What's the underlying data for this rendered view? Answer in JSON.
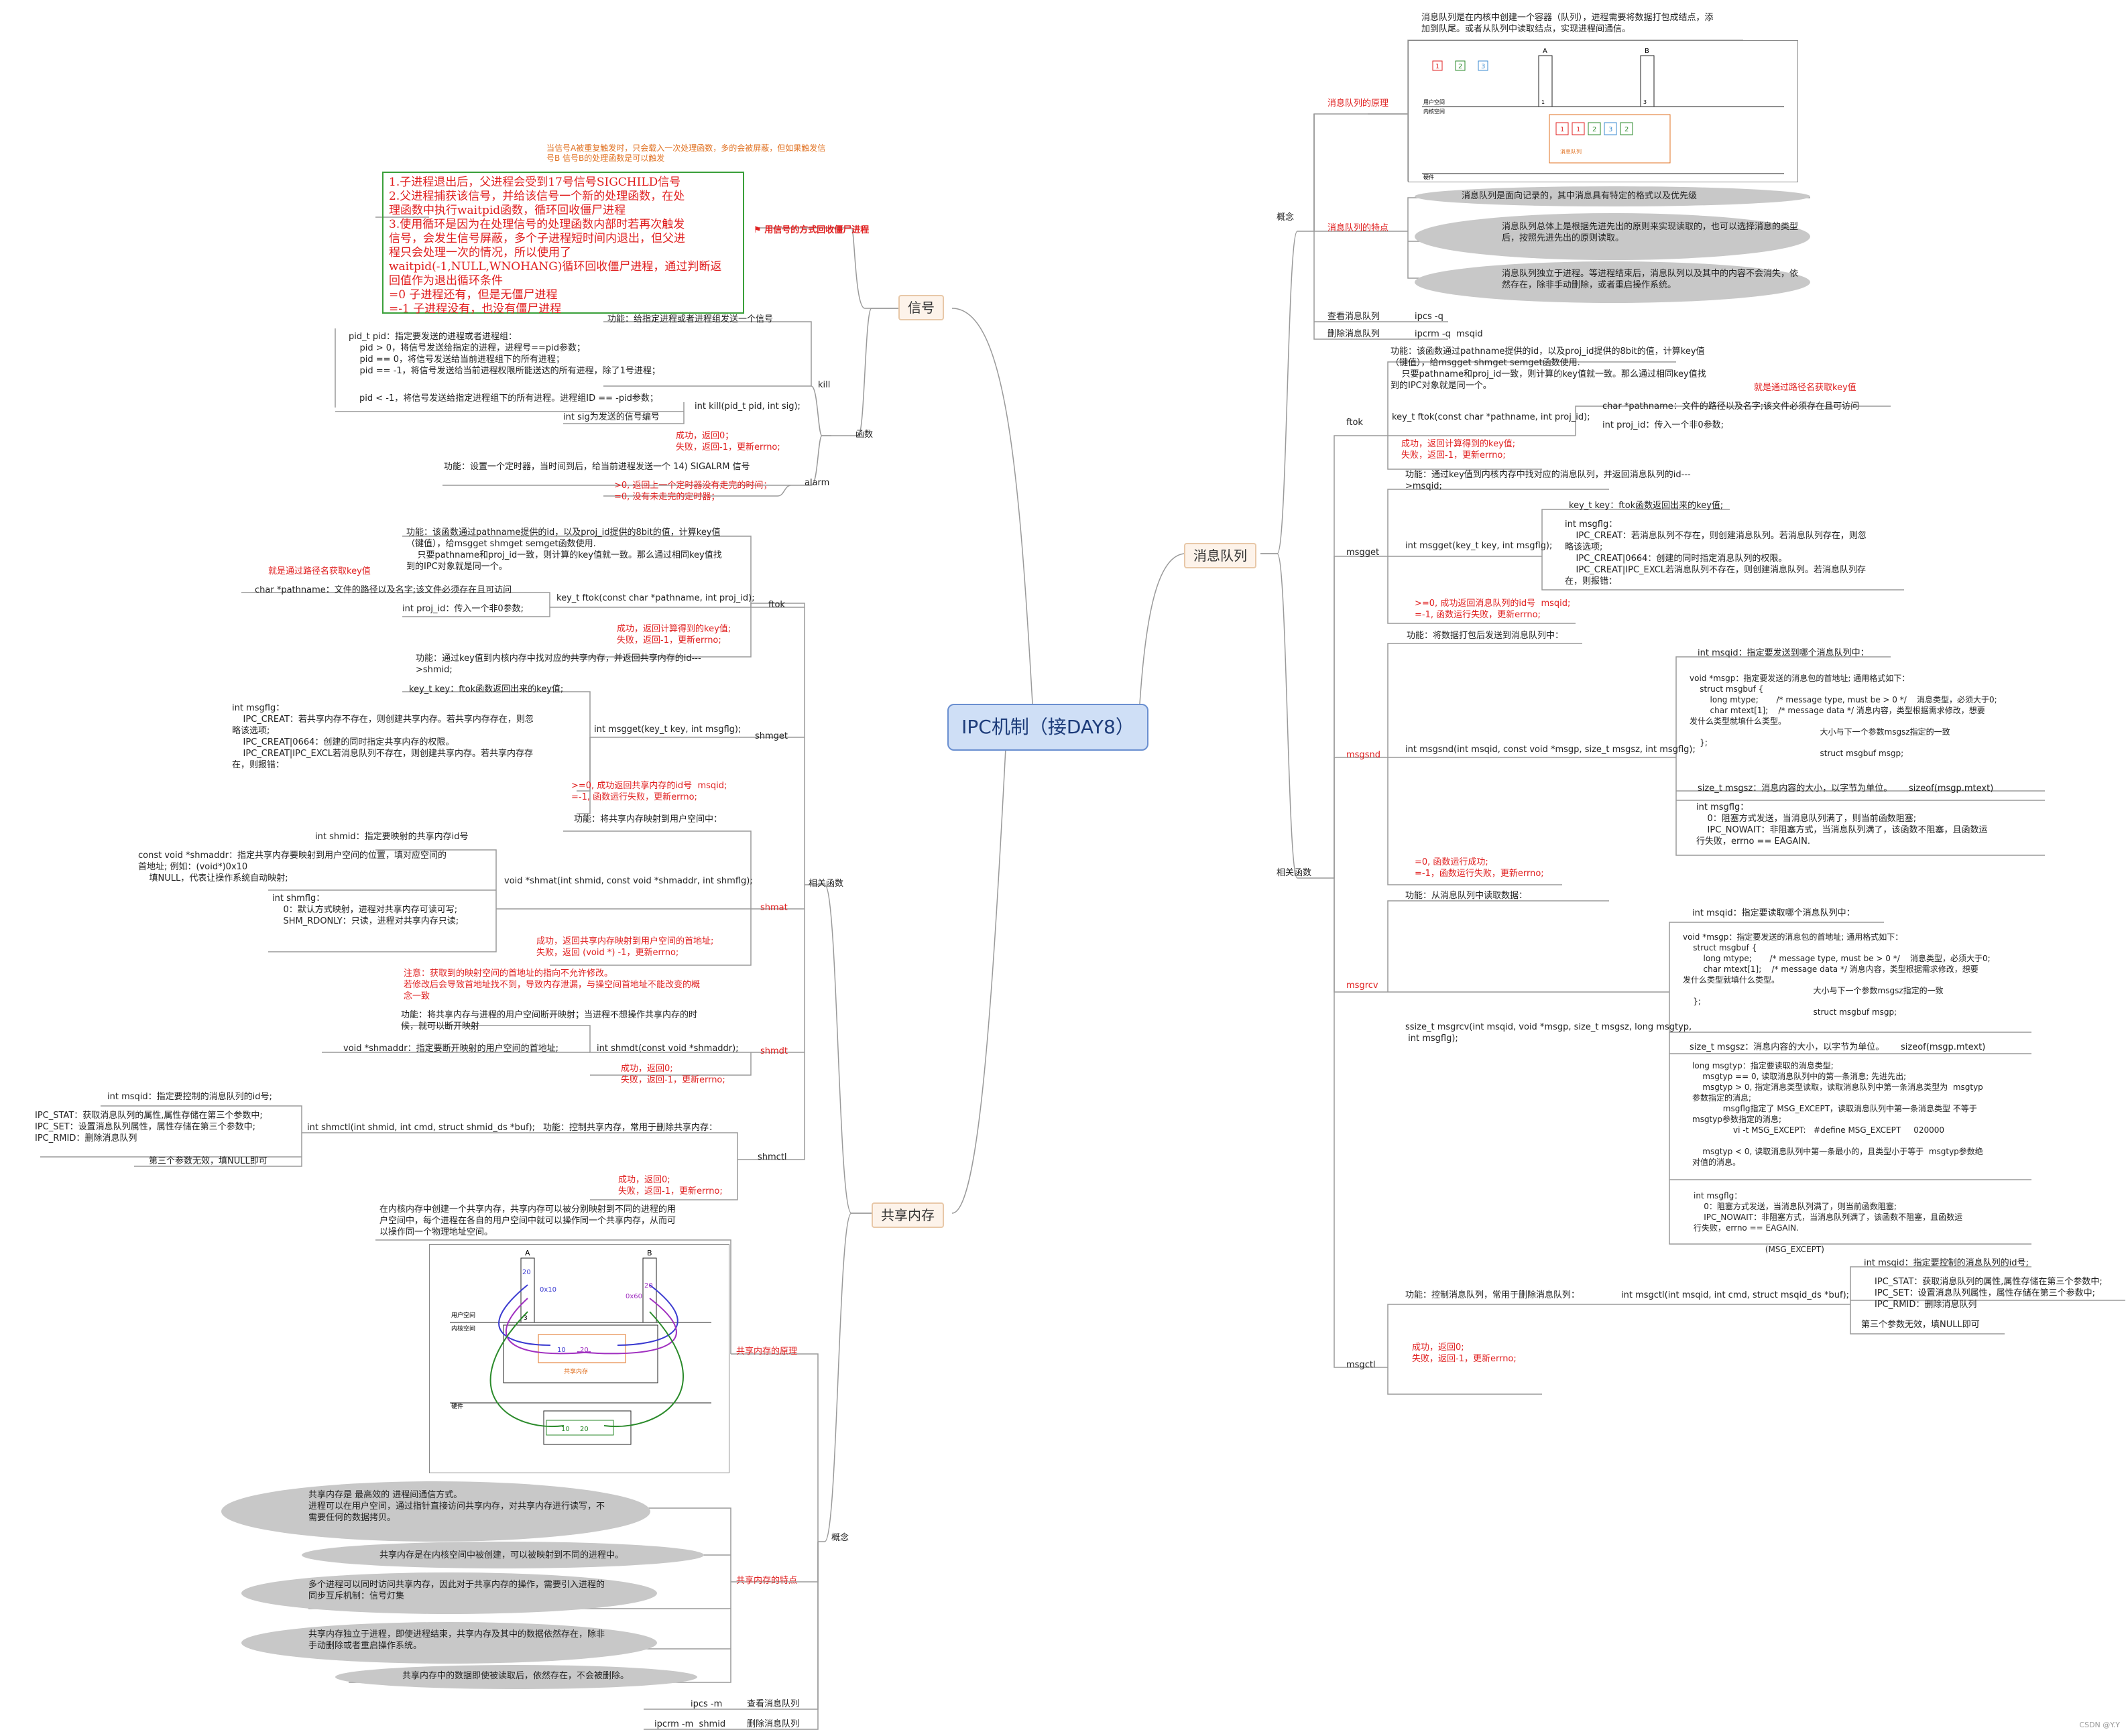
{
  "central": "IPC机制（接DAY8）",
  "branches": {
    "signal": "信号",
    "shm": "共享内存",
    "mq": "消息队列"
  },
  "signal": {
    "note": "当信号A被重复触发时，只会载入一次处理函数，多的会被屏蔽，但如果触发信\n号B 信号B的处理函数是可以触发",
    "box": "1.子进程退出后，父进程会受到17号信号SIGCHILD信号\n2.父进程捕获该信号，并给该信号一个新的处理函数，在处\n理函数中执行waitpid函数，循环回收僵尸进程\n3.使用循环是因为在处理信号的处理函数内部时若再次触发\n信号，会发生信号屏蔽，多个子进程短时间内退出，但父进\n程只会处理一次的情况，所以使用了\nwaitpid(-1,NULL,WNOHANG)循环回收僵尸进程，通过判断返\n回值作为退出循环条件\n=0 子进程还有，但是无僵尸进程\n=-1 子进程没有，也没有僵尸进程",
    "box_label": "用信号的方式回收僵尸进程",
    "func": "函数",
    "kill": "kill",
    "kill_desc": "功能：给指定进程或者进程组发送一个信号",
    "kill_proto": "int kill(pid_t pid, int sig);",
    "pid_desc": "pid_t pid：指定要发送的进程或者进程组：\n    pid > 0，将信号发送给指定的进程，进程号==pid参数；\n    pid == 0，将信号发送给当前进程组下的所有进程；\n    pid == -1，将信号发送给当前进程权限所能送达的所有进程，除了1号进程；",
    "pid_lt": "pid < -1，将信号发送给指定进程组下的所有进程。进程组ID == -pid参数；",
    "sig_desc": "int sig为发送的信号编号",
    "kill_ret": "成功，返回0；\n失败，返回-1，更新errno;",
    "alarm": "alarm",
    "alarm_desc": "功能：设置一个定时器，当时间到后，给当前进程发送一个 14) SIGALRM 信号",
    "alarm_ret": ">0, 返回上一个定时器没有走完的时间；\n=0, 没有未走完的定时器；"
  },
  "shm": {
    "funcs": "相关函数",
    "ftok": "ftok",
    "ftok_desc": "功能：该函数通过pathname提供的id，以及proj_id提供的8bit的值，计算key值\n（键值），给msgget shmget semget函数使用.\n    只要pathname和proj_id一致，则计算的key值就一致。那么通过相同key值找\n到的IPC对象就是同一个。",
    "ftok_path_note": "就是通过路径名获取key值",
    "ftok_path": "char *pathname：文件的路径以及名字;该文件必须存在且可访问",
    "ftok_proto": "key_t ftok(const char *pathname, int proj_id);",
    "ftok_projid": "int proj_id：传入一个非0参数;",
    "ftok_ret": "成功，返回计算得到的key值;\n失败，返回-1，更新errno;",
    "shmget": "shmget",
    "shmget_desc": "功能：通过key值到内核内存中找对应的共享内存，并返回共享内存的id---\n>shmid;",
    "shmget_key": "key_t key：ftok函数返回出来的key值;",
    "shmget_flg": "int msgflg：\n    IPC_CREAT：若共享内存不存在，则创建共享内存。若共享内存存在，则忽\n略该选项;\n    IPC_CREAT|0664：创建的同时指定共享内存的权限。\n    IPC_CREAT|IPC_EXCL若消息队列不存在，则创建共享内存。若共享内存存\n在，则报错：",
    "shmget_proto": "int msgget(key_t key, int msgflg);",
    "shmget_ret": ">=0, 成功返回共享内存的id号  msqid;\n=-1, 函数运行失败，更新errno;",
    "shmat": "shmat",
    "shmat_desc": "功能：将共享内存映射到用户空间中：",
    "shmat_id": "int shmid：指定要映射的共享内存id号",
    "shmat_addr": "const void *shmaddr：指定共享内存要映射到用户空间的位置，填对应空间的\n首地址; 例如：(void*)0x10\n    填NULL，代表让操作系统自动映射;",
    "shmat_proto": "void *shmat(int shmid, const void *shmaddr, int shmflg);",
    "shmat_flg": "int shmflg：\n    0：默认方式映射，进程对共享内存可读可写;\n    SHM_RDONLY：只读，进程对共享内存只读;",
    "shmat_ret": "成功，返回共享内存映射到用户空间的首地址;\n失败，返回 (void *) -1，更新errno;",
    "shmat_note": "注意：获取到的映射空间的首地址的指向不允许修改。\n若修改后会导致首地址找不到，导致内存泄漏，与操空间首地址不能改变的概\n念一致",
    "shmdt": "shmdt",
    "shmdt_desc": "功能：将共享内存与进程的用户空间断开映射；当进程不想操作共享内存的时\n候，就可以断开映射",
    "shmdt_addr": "void *shmaddr：指定要断开映射的用户空间的首地址;",
    "shmdt_proto": "int shmdt(const void *shmaddr);",
    "shmdt_ret": "成功，返回0;\n失败，返回-1，更新errno;",
    "shmctl": "shmctl",
    "shmctl_id": "int msqid：指定要控制的消息队列的id号;",
    "shmctl_cmd": "IPC_STAT：获取消息队列的属性,属性存储在第三个参数中;\nIPC_SET：设置消息队列属性，属性存储在第三个参数中;\nIPC_RMID：删除消息队列",
    "shmctl_proto": "int shmctl(int shmid, int cmd, struct shmid_ds *buf);",
    "shmctl_desc": "功能：控制共享内存，常用于删除共享内存：",
    "shmctl_third": "第三个参数无效，填NULL即可",
    "shmctl_ret": "成功，返回0;\n失败，返回-1，更新errno;",
    "concept": "概念",
    "principle": "共享内存的原理",
    "principle_desc": "在内核内存中创建一个共享内存，共享内存可以被分别映射到不同的进程的用\n户空间中，每个进程在各自的用户空间中就可以操作同一个共享内存，从而可\n以操作同一个物理地址空间。",
    "diag": {
      "a": "A",
      "b": "B",
      "v20a": "20",
      "v0x10": "0x10",
      "v0x60": "0x60",
      "v20b": "20",
      "user": "用户空间",
      "kernel": "内核空间",
      "three": "3",
      "v10": "10",
      "v20c": "20",
      "shmname": "共享内存",
      "hw": "硬件",
      "v10b": "10",
      "v20d": "20"
    },
    "features": "共享内存的特点",
    "feat1": "共享内存是 最高效的 进程间通信方式。\n进程可以在用户空间，通过指针直接访问共享内存，对共享内存进行读写，不\n需要任何的数据拷贝。",
    "feat2": "共享内存是在内核空间中被创建，可以被映射到不同的进程中。",
    "feat3": "多个进程可以同时访问共享内存，因此对于共享内存的操作，需要引入进程的\n同步互斥机制：信号灯集",
    "feat4": "共享内存独立于进程，即使进程结束，共享内存及其中的数据依然存在，除非\n手动删除或者重启操作系统。",
    "feat5": "共享内存中的数据即使被读取后，依然存在，不会被删除。",
    "view": "查看消息队列",
    "view_cmd": "ipcs -m",
    "del": "删除消息队列",
    "del_cmd": "ipcrm -m  shmid"
  },
  "mq": {
    "concept": "概念",
    "principle": "消息队列的原理",
    "principle_desc": "消息队列是在内核中创建一个容器（队列），进程需要将数据打包成结点，添\n加到队尾。或者从队列中读取结点，实现进程间通信。",
    "diag": {
      "n1": "1",
      "n2": "2",
      "n3": "3",
      "a": "A",
      "b": "B",
      "user": "用户空间",
      "kernel": "内核空间",
      "one": "1",
      "three": "3",
      "q1": "1",
      "q2": "1",
      "q3": "2",
      "q4": "3",
      "q5": "2",
      "mqname": "消息队列",
      "hw": "硬件"
    },
    "features": "消息队列的特点",
    "feat1": "消息队列是面向记录的，其中消息具有特定的格式以及优先级",
    "feat2": "消息队列总体上是根据先进先出的原则来实现读取的，也可以选择消息的类型\n后，按照先进先出的原则读取。",
    "feat3": "消息队列独立于进程。等进程结束后，消息队列以及其中的内容不会消失，依\n然存在，除非手动删除，或者重启操作系统。",
    "view": "查看消息队列",
    "view_cmd": "ipcs -q",
    "del": "删除消息队列",
    "del_cmd": "ipcrm -q  msqid",
    "funcs": "相关函数",
    "ftok": "ftok",
    "ftok_desc": "功能：该函数通过pathname提供的id，以及proj_id提供的8bit的值，计算key值\n（键值），给msgget shmget semget函数使用.\n    只要pathname和proj_id一致，则计算的key值就一致。那么通过相同key值找\n到的IPC对象就是同一个。",
    "ftok_note": "就是通过路径名获取key值",
    "ftok_proto": "key_t ftok(const char *pathname, int proj_id);",
    "ftok_path": "char *pathname：文件的路径以及名字;该文件必须存在且可访问",
    "ftok_projid": "int proj_id：传入一个非0参数;",
    "ftok_ret": "成功，返回计算得到的key值;\n失败，返回-1，更新errno;",
    "msgget": "msgget",
    "msgget_desc": "功能：通过key值到内核内存中找对应的消息队列，并返回消息队列的id---\n>msqid;",
    "msgget_key": "key_t key：ftok函数返回出来的key值;",
    "msgget_proto": "int msgget(key_t key, int msgflg);",
    "msgget_flg": "int msgflg：\n    IPC_CREAT：若消息队列不存在，则创建消息队列。若消息队列存在，则忽\n略该选项;\n    IPC_CREAT|0664：创建的同时指定消息队列的权限。\n    IPC_CREAT|IPC_EXCL若消息队列不存在，则创建消息队列。若消息队列存\n在，则报错：",
    "msgget_ret": ">=0, 成功返回消息队列的id号  msqid;\n=-1, 函数运行失败，更新errno;",
    "msgsnd": "msgsnd",
    "msgsnd_desc": "功能：将数据打包后发送到消息队列中：",
    "msgsnd_proto": "int msgsnd(int msqid, const void *msgp, size_t msgsz, int msgflg);",
    "msgsnd_id": "int msqid：指定要发送到哪个消息队列中：",
    "msgsnd_msgp": "void *msgp：指定要发送的消息包的首地址; 通用格式如下：\n    struct msgbuf {\n        long mtype;       /* message type, must be > 0 */    消息类型，必须大于0;\n        char mtext[1];    /* message data */ 消息内容，类型根据需求修改，想要\n发什么类型就填什么类型。\n                                                   大小与下一个参数msgsz指定的一致\n    };\n                                                   struct msgbuf msgp;",
    "msgsnd_sz": "size_t msgsz：消息内容的大小，以字节为单位。      sizeof(msgp.mtext)",
    "msgsnd_flg": "int msgflg：\n    0：阻塞方式发送，当消息队列满了，则当前函数阻塞;\n    IPC_NOWAIT：非阻塞方式，当消息队列满了，该函数不阻塞，且函数运\n行失败，errno == EAGAIN.",
    "msgsnd_ret": "=0, 函数运行成功;\n=-1，函数运行失败，更新errno;",
    "msgrcv": "msgrcv",
    "msgrcv_desc": "功能：从消息队列中读取数据：",
    "msgrcv_proto": "ssize_t msgrcv(int msqid, void *msgp, size_t msgsz, long msgtyp,\n int msgflg);",
    "msgrcv_id": "int msqid：指定要读取哪个消息队列中：",
    "msgrcv_msgp": "void *msgp：指定要发送的消息包的首地址; 通用格式如下：\n    struct msgbuf {\n        long mtype;       /* message type, must be > 0 */    消息类型，必须大于0;\n        char mtext[1];    /* message data */ 消息内容，类型根据需求修改，想要\n发什么类型就填什么类型。\n                                                   大小与下一个参数msgsz指定的一致\n    };\n                                                   struct msgbuf msgp;",
    "msgrcv_sz": "size_t msgsz：消息内容的大小，以字节为单位。      sizeof(msgp.mtext)",
    "msgrcv_typ": "long msgtyp：指定要读取的消息类型;\n    msgtyp == 0, 读取消息队列中的第一条消息; 先进先出;\n    msgtyp > 0, 指定消息类型读取，读取消息队列中第一条消息类型为  msgtyp\n参数指定的消息;\n            msgflg指定了 MSG_EXCEPT，读取消息队列中第一条消息类型 不等于\nmsgtyp参数指定的消息;\n                vi -t MSG_EXCEPT:   #define MSG_EXCEPT     020000\n\n    msgtyp < 0, 读取消息队列中第一条最小的，且类型小于等于  msgtyp参数绝\n对值的消息。",
    "msgrcv_flg": "int msgflg：\n    0：阻塞方式发送，当消息队列满了，则当前函数阻塞;\n    IPC_NOWAIT：非阻塞方式，当消息队列满了，该函数不阻塞，且函数运\n行失败，errno == EAGAIN.\n\n                            (MSG_EXCEPT)",
    "msgctl": "msgctl",
    "msgctl_desc": "功能：控制消息队列，常用于删除消息队列：",
    "msgctl_proto": "int msgctl(int msqid, int cmd, struct msqid_ds *buf);",
    "msgctl_id": "int msqid：指定要控制的消息队列的id号;",
    "msgctl_cmd": "IPC_STAT：获取消息队列的属性,属性存储在第三个参数中;\nIPC_SET：设置消息队列属性，属性存储在第三个参数中;\nIPC_RMID：删除消息队列",
    "msgctl_third": "第三个参数无效，填NULL即可",
    "msgctl_ret": "成功，返回0;\n失败，返回-1，更新errno;"
  },
  "watermark": "CSDN @Y.Y"
}
